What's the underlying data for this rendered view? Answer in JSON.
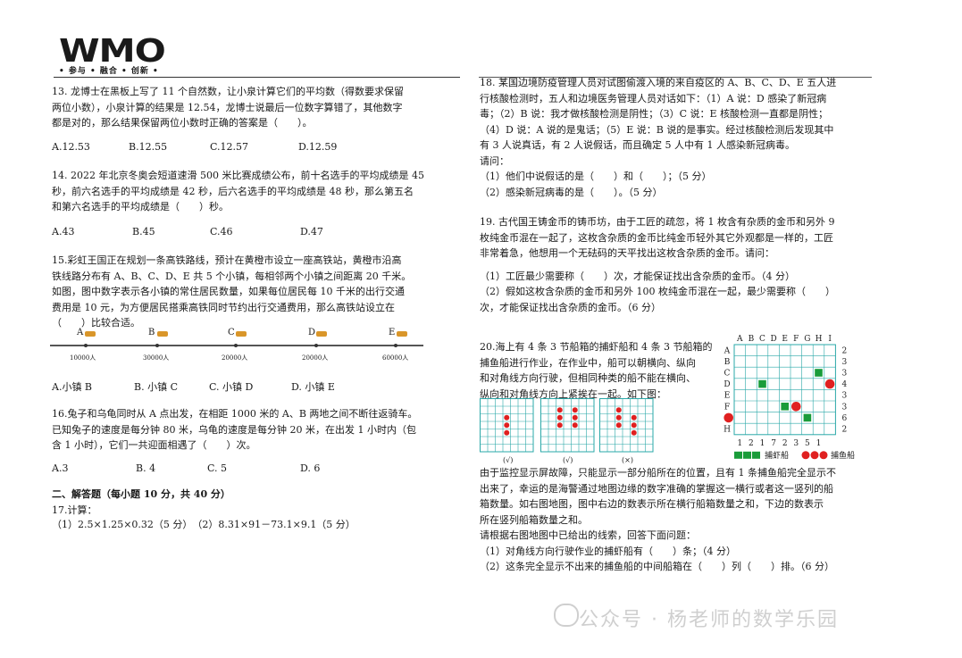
{
  "header": {
    "logo": "WMO",
    "slogan": "• 参与 • 融合 • 创新 •"
  },
  "left": {
    "q13": {
      "lines": [
        "13. 龙博士在黑板上写了 11 个自然数，让小泉计算它们的平均数（得数要求保留",
        "两位小数），小泉计算的结果是 12.54，龙博士说最后一位数字算错了，其他数字",
        "都是对的，那么结果保留两位小数时正确的答案是（　　）。"
      ],
      "options": [
        "A.12.53",
        "B.12.55",
        "C.12.57",
        "D.12.59"
      ]
    },
    "q14": {
      "lines": [
        "14. 2022 年北京冬奥会短道速滑 500 米比赛成绩公布，前十名选手的平均成绩是 45",
        "秒，前六名选手的平均成绩是 42 秒，后六名选手的平均成绩是 48 秒，那么第五名",
        "和第六名选手的平均成绩是（　　）秒。"
      ],
      "options": [
        "A.43",
        "B.45",
        "C.46",
        "D.47"
      ]
    },
    "q15": {
      "lines": [
        "15.彩虹王国正在规划一条高铁路线，预计在黄橙市设立一座高铁站，黄橙市沿高",
        "铁线路分布有 A、B、C、D、E 共 5 个小镇，每相邻两个小镇之间距离 20 千米。",
        "如图，图中数字表示各小镇的常住居民数量，如果每位居民每 10 千米的出行交通",
        "费用是 10 元，为方便居民搭乘高铁同时节约出行交通费用，那么高铁站设立在",
        "（　　）比较合适。"
      ],
      "towns": [
        "A",
        "B",
        "C",
        "D",
        "E"
      ],
      "populations": [
        "10000人",
        "30000人",
        "20000人",
        "20000人",
        "60000人"
      ],
      "options": [
        "A.小镇 B",
        "B.  小镇 C",
        "C.  小镇 D",
        "D.  小镇 E"
      ]
    },
    "q16": {
      "lines": [
        "16.兔子和乌龟同时从 A 点出发，在相距 1000 米的 A、B 两地之间不断往返骑车。",
        "已知兔子的速度是每分钟 80 米，乌龟的速度是每分钟 20 米，在出发 1 小时内（包",
        "含 1 小时），它们一共迎面相遇了（　　）次。"
      ],
      "options": [
        "A.3",
        "B. 4",
        "C. 5",
        "D. 6"
      ]
    },
    "section2": "二、解答题（每小题 10 分，共 40 分）",
    "q17": {
      "title": "17.计算：",
      "parts": "（1）2.5×1.25×0.32（5 分）　（2）8.31×91－73.1×9.1（5 分）"
    }
  },
  "right": {
    "q18": {
      "lines": [
        "18. 某国边境防疫管理人员对试图偷渡入境的来自疫区的 A、B、C、D、E 五人进",
        "行核酸检测时，五人和边境医务管理人员对话如下：（1）A 说：D 感染了新冠病",
        "毒；（2）B 说：我才做核酸检测是阴性；（3）C 说：E 核酸检测一直都是阴性；",
        "（4）D 说：A 说的是鬼话；（5）E 说：B 说的是事实。经过核酸检测后发现其中",
        "有 3 人说真话，有 2 人说假话，而且确定 5 人中有 1 人感染新冠病毒。",
        "请问：",
        "（1）他们中说假话的是（　　）和（　　）；（5 分）",
        "（2）感染新冠病毒的是（　　）。（5 分）"
      ]
    },
    "q19": {
      "lines": [
        "19. 古代国王铸金币的铸币坊，由于工匠的疏忽，将 1 枚含有杂质的金币和另外 9",
        "枚纯金币混在一起了，这枚含杂质的金币比纯金币轻外其它外观都是一样的，工匠",
        "非常着急，他想用一个无砝码的天平找出这枚含杂质的金币。请问：",
        "",
        "（1）工匠最少需要称（　　）次，才能保证找出含杂质的金币。（4 分）",
        "（2）假如这枚含杂质的金币和另外 100 枚纯金币混在一起，最少需要称（　　）",
        "次，才能保证找出含杂质的金币。（6 分）"
      ]
    },
    "q20": {
      "intro": [
        "20.海上有 4 条 3 节船箱的捕虾船和 4 条 3 节船箱的",
        "捕鱼船进行作业，在作业中，船可以朝横向、纵向",
        "和对角线方向行驶，但相同种类的船不能在横向、",
        "纵向和对角线方向上紧挨在一起。如下图："
      ],
      "mini_labels": [
        "(√)",
        "(√)",
        "(×)"
      ],
      "grid": {
        "col_labels": [
          "A",
          "B",
          "C",
          "D",
          "E",
          "F",
          "G",
          "H",
          "I"
        ],
        "row_labels": [
          "A",
          "B",
          "C",
          "D",
          "E",
          "F",
          "G",
          "H"
        ],
        "row_counts": [
          "2",
          "3",
          "3",
          "4",
          "3",
          "3",
          "6",
          "2"
        ],
        "col_counts": [
          "1",
          "2",
          "1",
          "7",
          "2",
          "3",
          "5",
          "1"
        ],
        "legend_shrimp": "捕虾船",
        "legend_fish": "捕鱼船",
        "shrimp_color": "#1a9c3a",
        "fish_color": "#e02020"
      },
      "lines": [
        "由于监控显示屏故障，只能显示一部分船所在的位置，且有 1 条捕鱼船完全显示不",
        "出来了，幸运的是海警通过地图边缘的数字准确的掌握这一横行或者这一竖列的船",
        "箱数量。如右图地图，图中右边的数表示所在横行船箱数量之和，下边的数表示",
        "所在竖列船箱数量之和。",
        "请根据右图地图中已给出的线索，回答下面问题：",
        "（1）对角线方向行驶作业的捕虾船有（　　）条；（4 分）",
        "（2）这条完全显示不出来的捕鱼船的中间船箱在（　　）列（　　）排。（6 分）"
      ]
    }
  },
  "watermark": "公众号 · 杨老师的数学乐园"
}
